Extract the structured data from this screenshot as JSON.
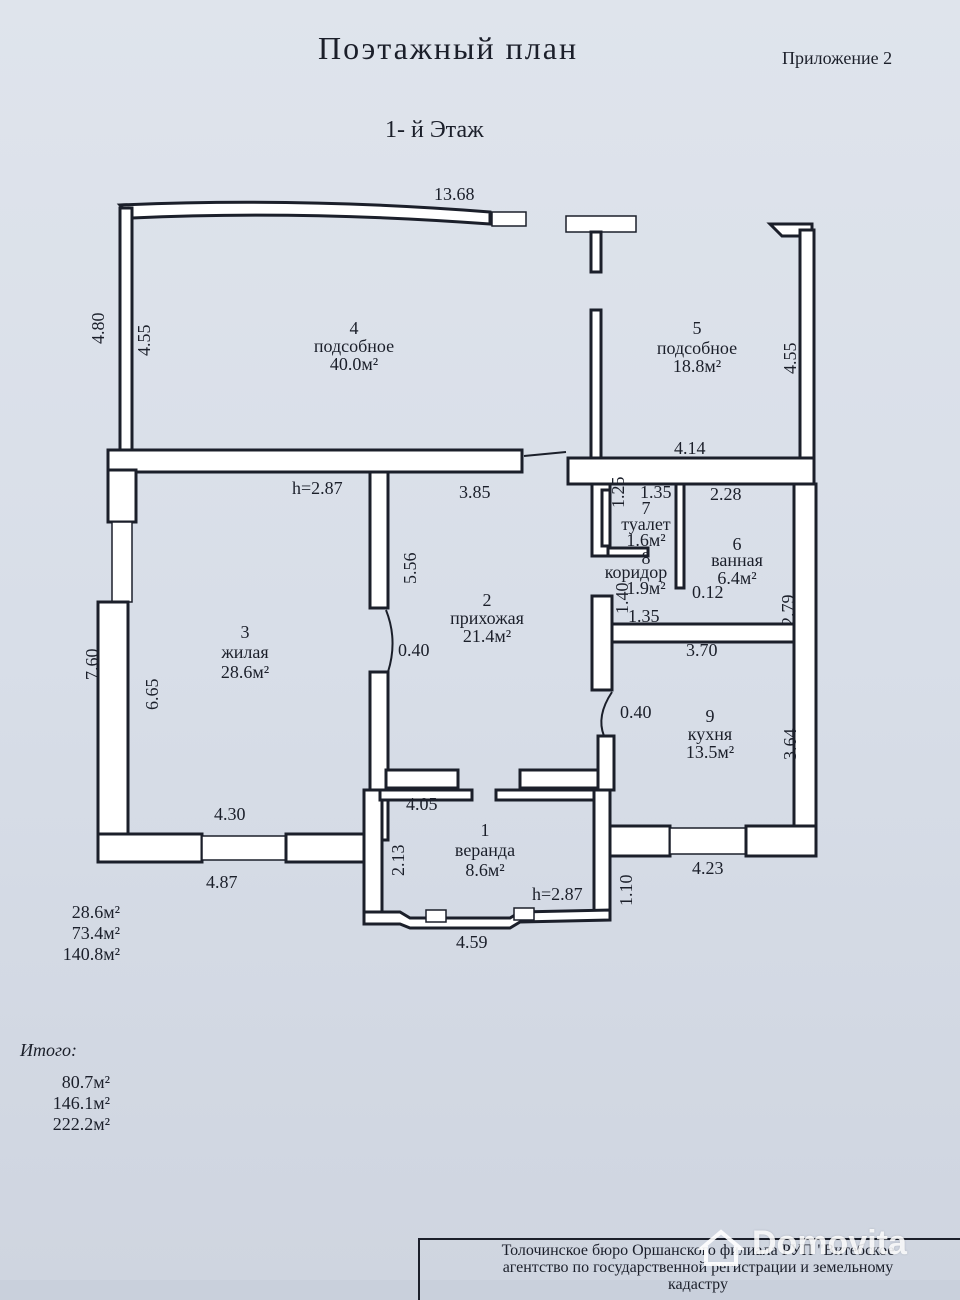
{
  "header": {
    "title": "Поэтажный план",
    "appendix": "Приложение 2",
    "floor": "1- й Этаж"
  },
  "rooms": [
    {
      "num": "4",
      "name": "подсобное",
      "area": "40.0м²"
    },
    {
      "num": "5",
      "name": "подсобное",
      "area": "18.8м²"
    },
    {
      "num": "3",
      "name": "жилая",
      "area": "28.6м²"
    },
    {
      "num": "2",
      "name": "прихожая",
      "area": "21.4м²"
    },
    {
      "num": "7",
      "name": "туалет",
      "area": "1.6м²"
    },
    {
      "num": "8",
      "name": "коридор",
      "area": "1.9м²"
    },
    {
      "num": "6",
      "name": "ванная",
      "area": "6.4м²"
    },
    {
      "num": "9",
      "name": "кухня",
      "area": "13.5м²"
    },
    {
      "num": "1",
      "name": "веранда",
      "area": "8.6м²"
    }
  ],
  "dimensions": {
    "top_width": "13.68",
    "left_height_outer": "4.80",
    "left_height_inner": "4.55",
    "right_height": "4.55",
    "room5_width": "4.14",
    "ceiling_h_left": "h=2.87",
    "hall_width": "3.85",
    "wc_width": "1.35",
    "bath_width": "2.28",
    "wc_height": "1.25",
    "partition": "5.56",
    "corr_small": "1.40",
    "wall_012": "0.12",
    "bath_height": "2.79",
    "corr_width": "1.35",
    "kitchen_width": "3.70",
    "left_outer_height": "7.60",
    "living_height": "6.65",
    "opening_left": "0.40",
    "opening_right": "0.40",
    "kitchen_height": "3.64",
    "living_width": "4.30",
    "veranda_width_top": "4.05",
    "veranda_height": "2.13",
    "ceiling_h_veranda": "h=2.87",
    "step_110": "1.10",
    "living_outer_width": "4.87",
    "veranda_width_bottom": "4.59",
    "kitchen_outer_width": "4.23"
  },
  "area_totals": [
    "28.6м²",
    "73.4м²",
    "140.8м²"
  ],
  "total": {
    "label": "Итого:",
    "values": [
      "80.7м²",
      "146.1м²",
      "222.2м²"
    ]
  },
  "stamp": {
    "line1": "Толочинское бюро Оршанского филиала РУП \"Витебское",
    "line2": "агентство по государственной регистрации и земельному",
    "line3": "кадастру"
  },
  "watermark": "Domovita"
}
